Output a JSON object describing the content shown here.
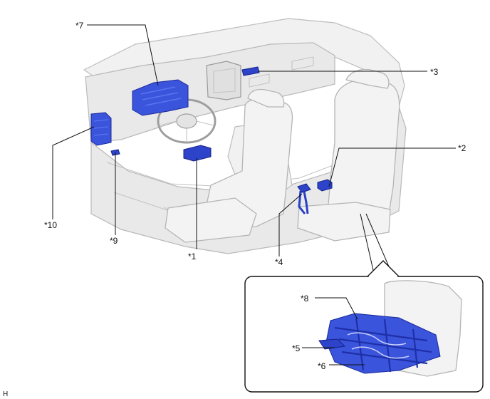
{
  "labels": {
    "l1": "*1",
    "l2": "*2",
    "l3": "*3",
    "l4": "*4",
    "l5": "*5",
    "l6": "*6",
    "l7": "*7",
    "l8": "*8",
    "l9": "*9",
    "l10": "*10"
  },
  "corner_code": "H",
  "colors": {
    "highlight": "#2d43c9",
    "body": "#e9e9e9",
    "outline": "#b5b5b5"
  }
}
